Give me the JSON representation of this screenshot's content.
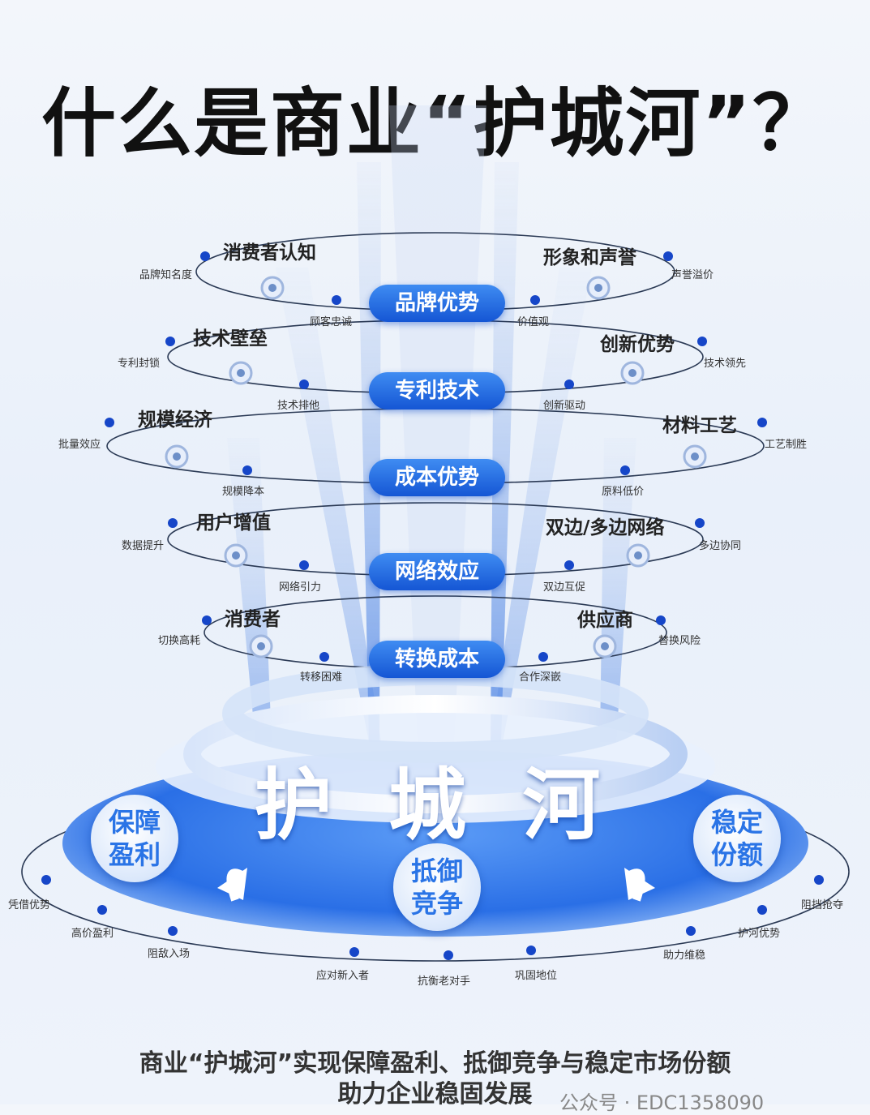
{
  "title": "什么是商业“护城河”？",
  "levels": [
    {
      "center": "品牌优势",
      "left_main": "消费者认知",
      "left_outer": "品牌知名度",
      "left_inner": "顾客忠诚",
      "right_main": "形象和声誉",
      "right_outer": "声誉溢价",
      "right_inner": "价值观"
    },
    {
      "center": "专利技术",
      "left_main": "技术壁垒",
      "left_outer": "专利封锁",
      "left_inner": "技术排他",
      "right_main": "创新优势",
      "right_outer": "技术领先",
      "right_inner": "创新驱动"
    },
    {
      "center": "成本优势",
      "left_main": "规模经济",
      "left_outer": "批量效应",
      "left_inner": "规模降本",
      "right_main": "材料工艺",
      "right_outer": "工艺制胜",
      "right_inner": "原料低价"
    },
    {
      "center": "网络效应",
      "left_main": "用户增值",
      "left_outer": "数据提升",
      "left_inner": "网络引力",
      "right_main": "双边/多边网络",
      "right_outer": "多边协同",
      "right_inner": "双边互促"
    },
    {
      "center": "转换成本",
      "left_main": "消费者",
      "left_outer": "切换高耗",
      "left_inner": "转移困难",
      "right_main": "供应商",
      "right_outer": "替换风险",
      "right_inner": "合作深嵌"
    }
  ],
  "moat_label": "护 城 河",
  "base_circles": {
    "left": "保障盈利",
    "center": "抵御竞争",
    "right": "稳定份额"
  },
  "base_ring_labels": [
    "凭借优势",
    "高价盈利",
    "阻敌入场",
    "应对新入者",
    "抗衡老对手",
    "巩固地位",
    "助力维稳",
    "护河优势",
    "阻挡抢夺"
  ],
  "footer": {
    "line1": "商业“护城河”实现保障盈利、抵御竞争与稳定市场份额",
    "line2": "助力企业稳固发展"
  },
  "watermark": "公众号 · EDC1358090",
  "colors": {
    "accent": "#1a5ed8",
    "dot": "#1646c8",
    "ring": "#2b66d6"
  }
}
